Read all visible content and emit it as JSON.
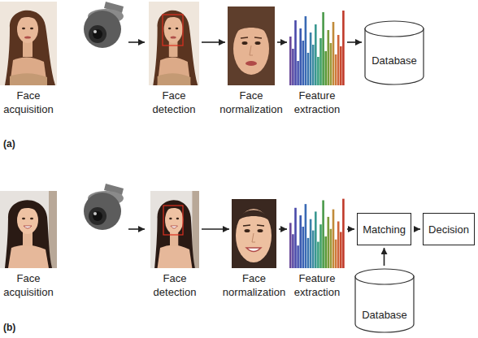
{
  "diagram": {
    "nodes": [
      {
        "text": [
          "Face acquisition"
        ]
      },
      {
        "text": [
          "Face detection"
        ]
      },
      {
        "text": [
          "Face normalization"
        ]
      },
      {
        "text": [
          "Feature extraction"
        ]
      },
      {
        "text": [
          "Database"
        ]
      },
      {
        "text": [
          "Face acquisition"
        ]
      },
      {
        "text": [
          "Face detection"
        ]
      },
      {
        "text": [
          "Face normalization"
        ]
      },
      {
        "text": [
          "Feature extraction"
        ]
      },
      {
        "text": [
          "Matching"
        ]
      },
      {
        "text": [
          "Decision"
        ]
      },
      {
        "text": [
          "Database"
        ]
      }
    ],
    "edges": [
      {
        "from": 1,
        "to": 2,
        "arrow": "to"
      },
      {
        "from": 2,
        "to": 3,
        "arrow": "to"
      },
      {
        "from": 3,
        "to": 4,
        "arrow": "to"
      },
      {
        "from": 6,
        "to": 7,
        "arrow": "to"
      },
      {
        "from": 7,
        "to": 8,
        "arrow": "to"
      },
      {
        "from": 8,
        "to": 9,
        "arrow": "to"
      },
      {
        "from": 9,
        "to": 10,
        "arrow": "to"
      },
      {
        "from": 11,
        "to": 9,
        "arrow": "to"
      }
    ],
    "labels": [
      "(a)",
      "(b)"
    ]
  }
}
